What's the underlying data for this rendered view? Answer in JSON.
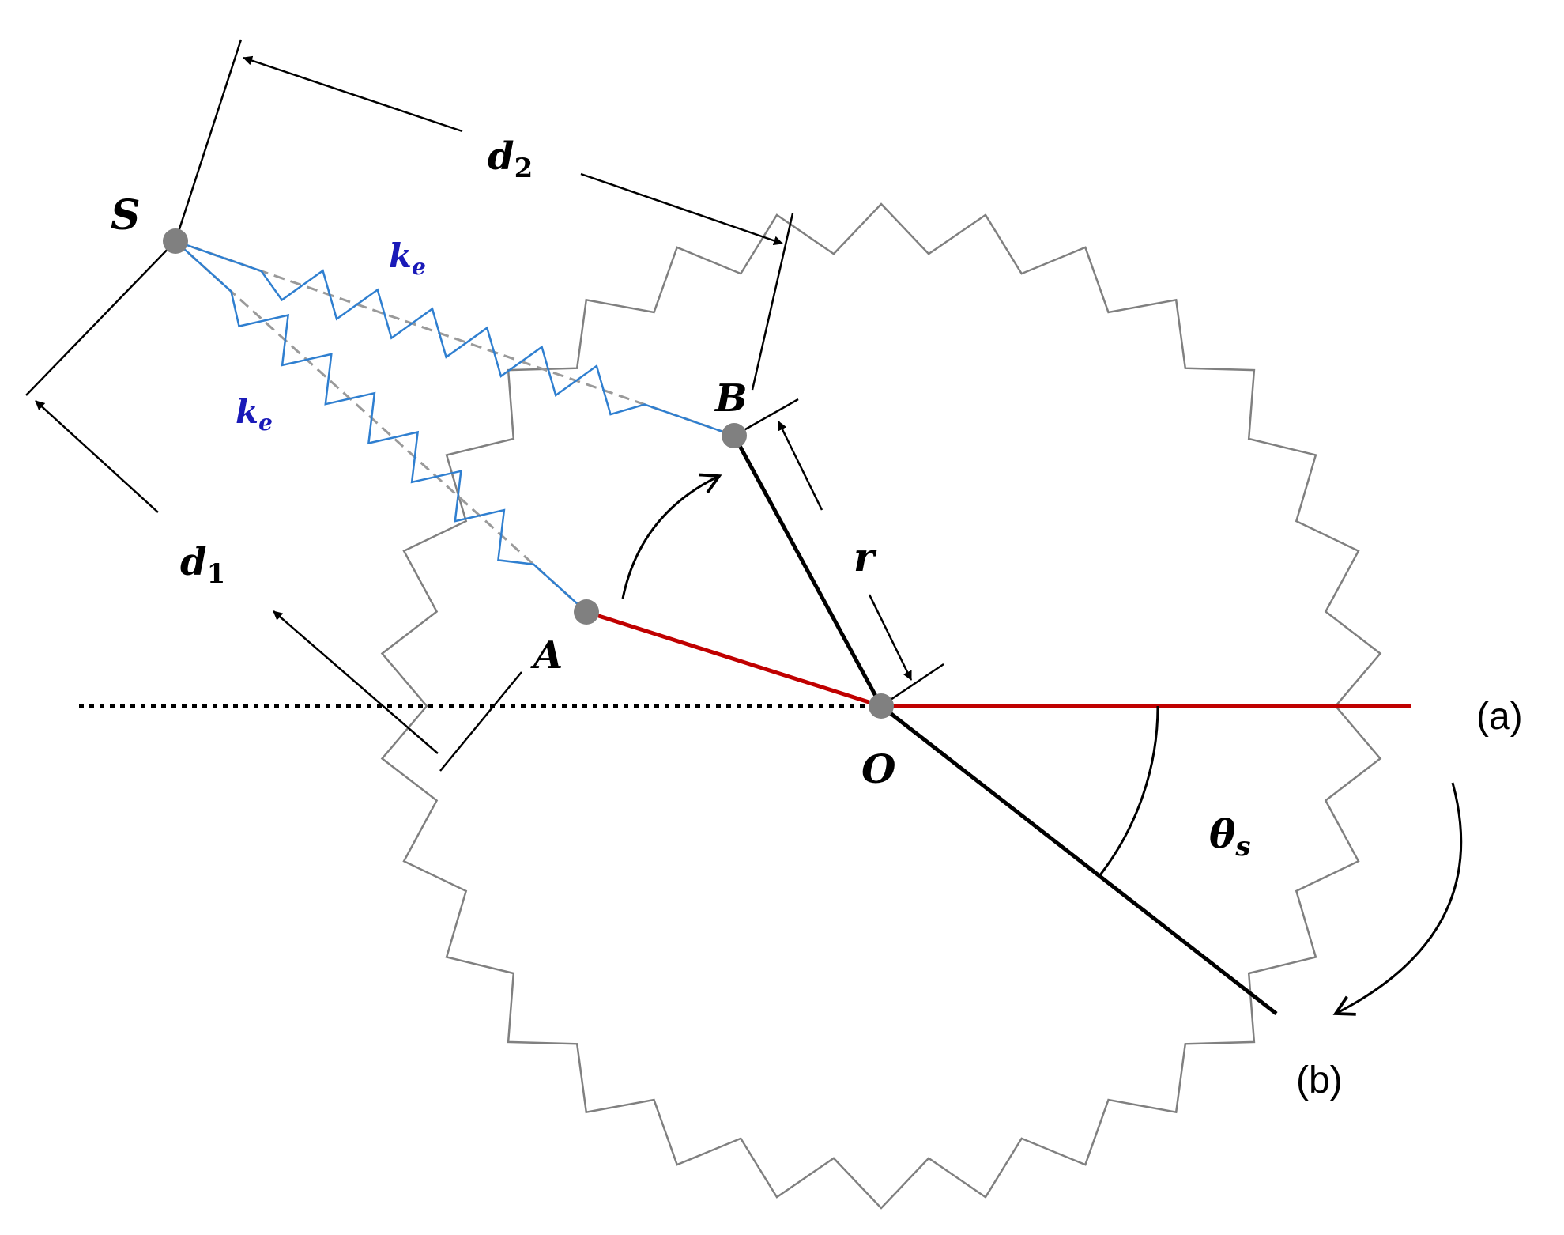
{
  "labels": {
    "S": "S",
    "A": "A",
    "B": "B",
    "O": "O",
    "r": "r",
    "d1_base": "d",
    "d1_sub": "1",
    "d2_base": "d",
    "d2_sub": "2",
    "ke1_base": "k",
    "ke1_sub": "e",
    "ke2_base": "k",
    "ke2_sub": "e",
    "theta_base": "θ",
    "theta_sub": "s",
    "pos_a": "(a)",
    "pos_b": "(b)"
  },
  "colors": {
    "arm_initial": "#c00000",
    "arm_final": "#000000",
    "spring": "#2f7fd0",
    "spring_reference": "#9a9a9a",
    "gear_outline": "#808080",
    "pivot_points": "#808080",
    "ke_label": "#1a1ab8"
  },
  "gear": {
    "teeth": 30
  }
}
